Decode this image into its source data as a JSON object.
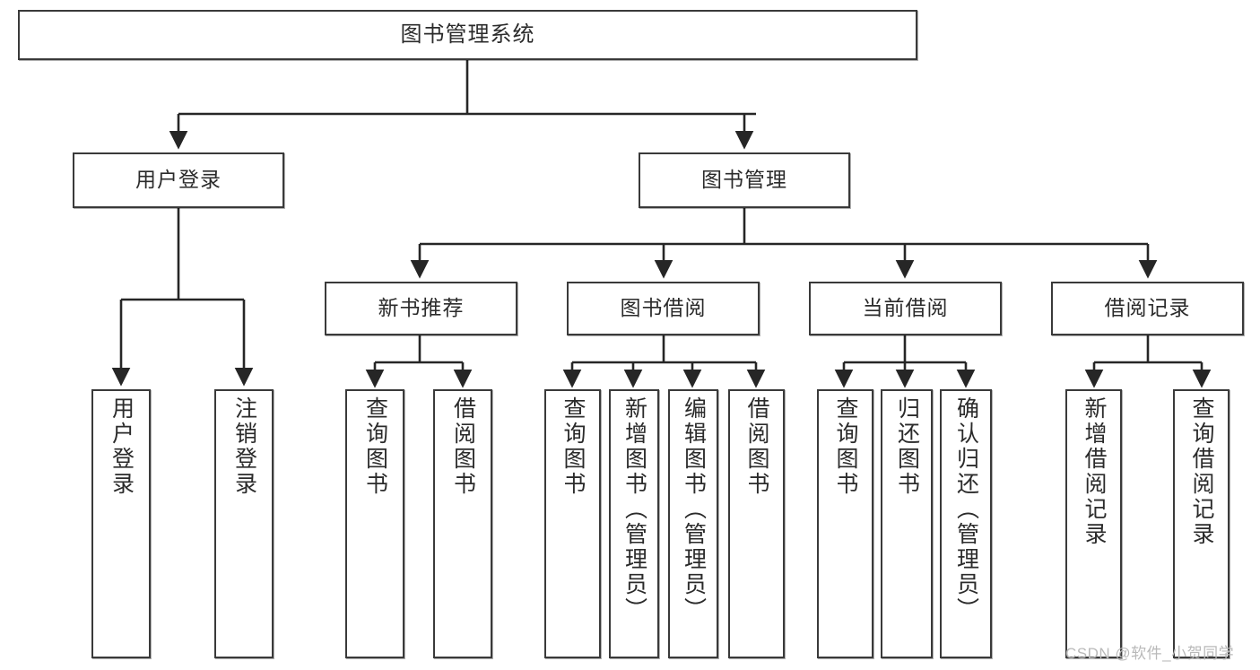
{
  "diagram": {
    "title": "图书管理系统",
    "type": "tree-hierarchy-chart",
    "colors": {
      "box_border": "#3a3a3a",
      "box_fill": "#ffffff",
      "connector": "#262626",
      "text": "#2b2b2b",
      "watermark": "#b9b9b9"
    },
    "nodes": {
      "root": {
        "label": "图书管理系统"
      },
      "level2": [
        {
          "id": "user-login",
          "label": "用户登录"
        },
        {
          "id": "book-manage",
          "label": "图书管理"
        }
      ],
      "level3": [
        {
          "id": "new-book-recommend",
          "label": "新书推荐"
        },
        {
          "id": "book-borrow",
          "label": "图书借阅"
        },
        {
          "id": "current-borrow",
          "label": "当前借阅"
        },
        {
          "id": "borrow-record",
          "label": "借阅记录"
        }
      ],
      "leaves": {
        "user_login": [
          {
            "id": "leaf-user-login",
            "label": "用户登录"
          },
          {
            "id": "leaf-logout-login",
            "label": "注销登录"
          }
        ],
        "new_book_recommend": [
          {
            "id": "leaf-query-book-1",
            "label": "查询图书"
          },
          {
            "id": "leaf-borrow-book-1",
            "label": "借阅图书"
          }
        ],
        "book_borrow": [
          {
            "id": "leaf-query-book-2",
            "label": "查询图书"
          },
          {
            "id": "leaf-add-book-admin",
            "label": "新增图书（管理员）"
          },
          {
            "id": "leaf-edit-book-admin",
            "label": "编辑图书（管理员）"
          },
          {
            "id": "leaf-borrow-book-2",
            "label": "借阅图书"
          }
        ],
        "current_borrow": [
          {
            "id": "leaf-query-book-3",
            "label": "查询图书"
          },
          {
            "id": "leaf-return-book",
            "label": "归还图书"
          },
          {
            "id": "leaf-confirm-return-admin",
            "label": "确认归还（管理员）"
          }
        ],
        "borrow_record": [
          {
            "id": "leaf-add-borrow-record",
            "label": "新增借阅记录"
          },
          {
            "id": "leaf-query-borrow-record",
            "label": "查询借阅记录"
          }
        ]
      }
    },
    "watermark": "CSDN @软件_小贺同学"
  }
}
